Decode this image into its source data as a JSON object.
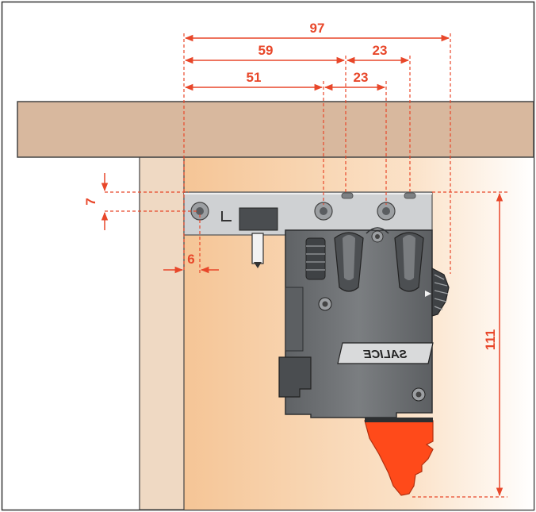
{
  "diagram": {
    "brand": "SALICE",
    "colors": {
      "dimension": "#e8472a",
      "shelf": "#d8b89e",
      "panel": "#efd9c3",
      "cabinet_interior": "#f6c89e",
      "device_body": "#6f7275",
      "device_dark": "#3f4245",
      "plate": "#cfd1d3",
      "lever": "#ff4a1a",
      "frame": "#333333"
    },
    "dimensions": {
      "top_97": "97",
      "top_59": "59",
      "top_23a": "23",
      "mid_51": "51",
      "mid_23b": "23",
      "left_7": "7",
      "left_6": "6",
      "right_111": "111"
    }
  }
}
